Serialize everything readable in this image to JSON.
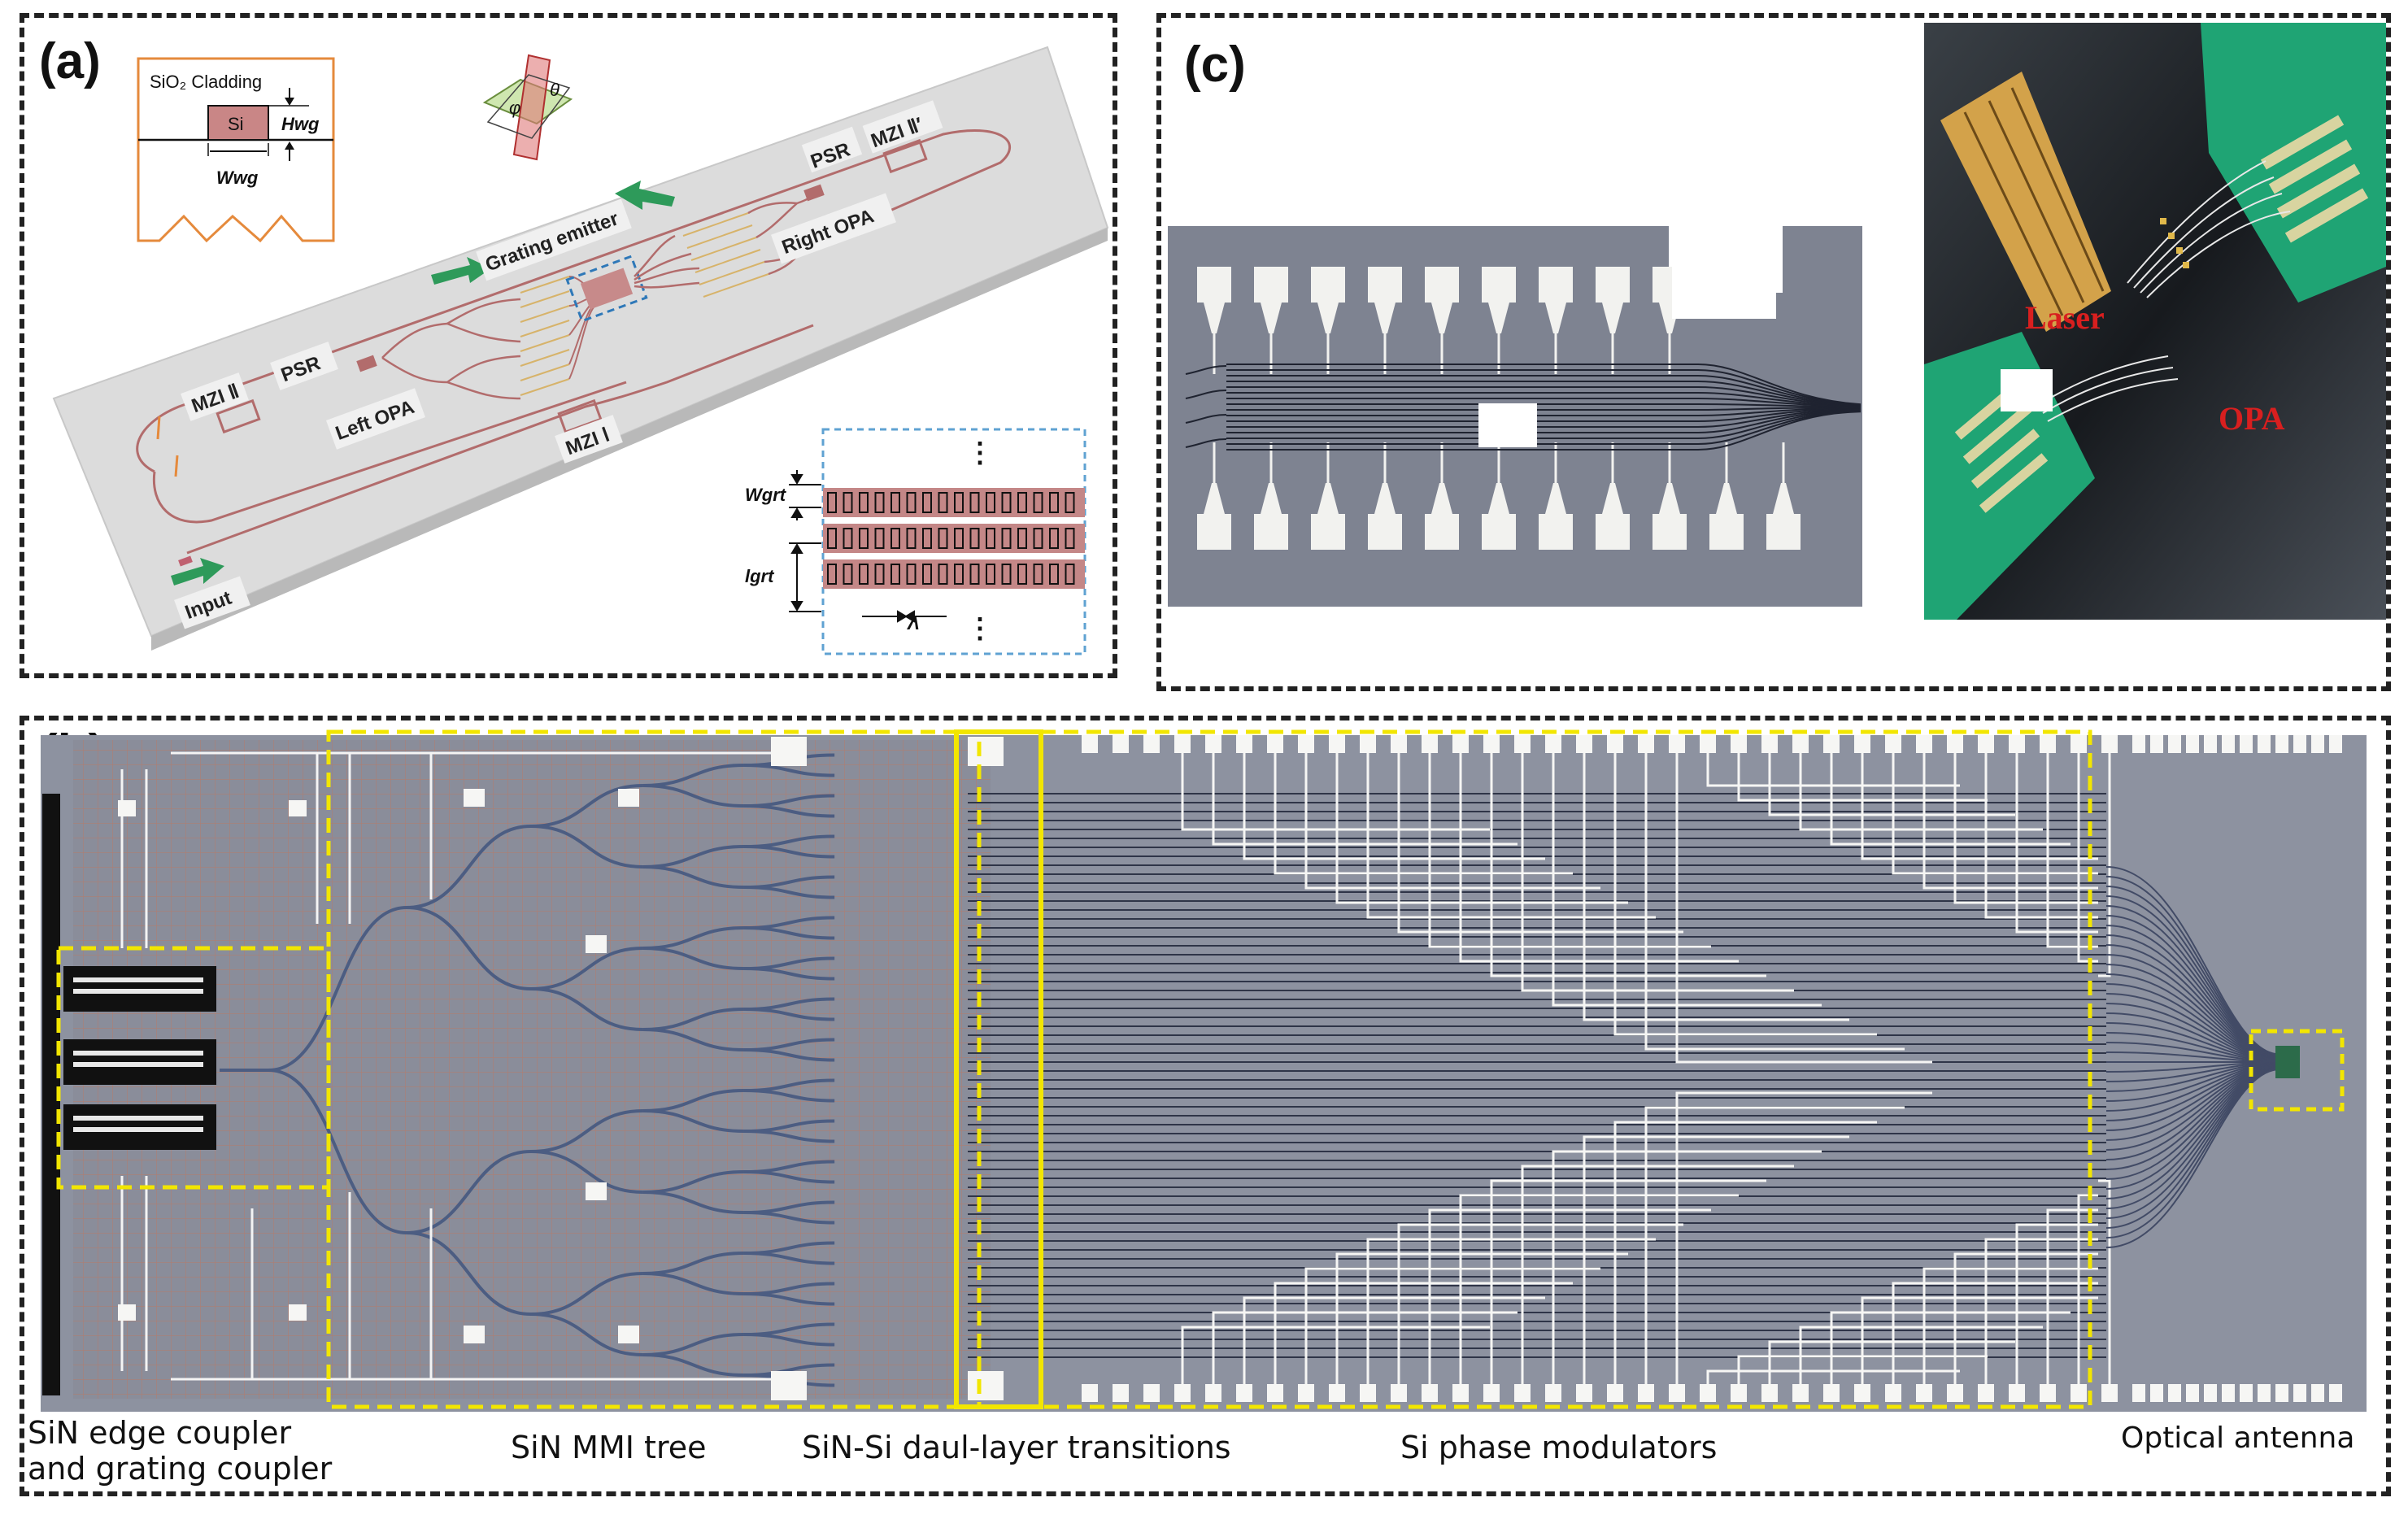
{
  "panels": {
    "a": {
      "label": "(a)",
      "inset_cross_section": {
        "cladding": "SiO₂ Cladding",
        "core": "Si",
        "height": "Hwg",
        "width": "Wwg"
      },
      "angles": {
        "theta": "θ",
        "phi": "φ"
      },
      "chip_labels": {
        "psr_right": "PSR",
        "mzi_right": "MZI Ⅱ′",
        "grating_emitter": "Grating emitter",
        "right_opa": "Right OPA",
        "mzi_left": "MZI Ⅱ",
        "psr_left": "PSR",
        "left_opa": "Left OPA",
        "mzi_bottom": "MZI Ⅰ",
        "input": "Input"
      },
      "inset_grating": {
        "width": "Wgrt",
        "gap": "lgrt",
        "period": "Λ",
        "dots": "⋮"
      }
    },
    "b": {
      "label": "(b)",
      "captions": {
        "edge_line1": "SiN edge coupler",
        "edge_line2": "and grating coupler",
        "mmi": "SiN MMI tree",
        "transitions": "SiN-Si daul-layer transitions",
        "modulators": "Si phase modulators",
        "antenna": "Optical antenna"
      }
    },
    "c": {
      "label": "(c)",
      "photo_labels": {
        "laser": "Laser",
        "opa": "OPA"
      }
    }
  },
  "colors": {
    "waveguide": "#b26c6c",
    "highlight": "#f2e600",
    "chip_bg": "#7d8392",
    "pad": "#f2f2ef",
    "green_arrow": "#2e9a5a",
    "red_label": "#d81f1f",
    "pcb_green": "#1fa474"
  }
}
